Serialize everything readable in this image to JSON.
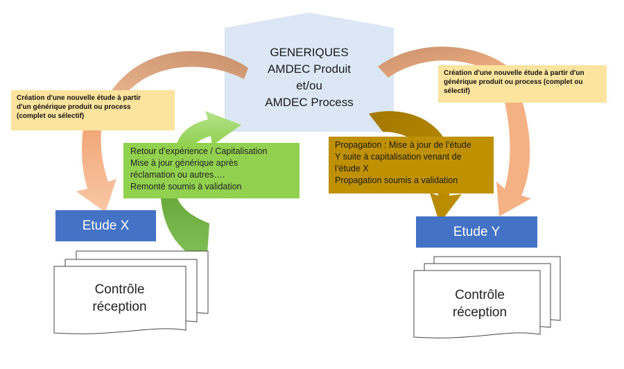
{
  "center": {
    "lines": [
      "GENERIQUES",
      "AMDEC Produit",
      "et/ou",
      "AMDEC Process"
    ]
  },
  "note_left": {
    "lines": [
      "Création d'une nouvelle étude à partir",
      "d'un générique produit ou process",
      "(complet ou sélectif)"
    ]
  },
  "note_right": {
    "lines": [
      "Création d'une nouvelle étude à partir d'un",
      "générique produit ou process (complet ou",
      "sélectif)"
    ]
  },
  "feedback": {
    "lines": [
      "Retour d’expérience / Capitalisation",
      "Mise à jour générique après",
      "réclamation ou autres….",
      "Remonté soumis à validation"
    ]
  },
  "propagation": {
    "lines": [
      "Propagation : Mise à jour  de l’étude",
      "Y suite à capitalisation venant de",
      "l’étude X",
      "Propagation soumis a validation"
    ]
  },
  "study_x": {
    "label": "Etude X"
  },
  "study_y": {
    "label": "Etude Y"
  },
  "doc_x": {
    "lines": [
      "Contrôle",
      "réception"
    ]
  },
  "doc_y": {
    "lines": [
      "Contrôle",
      "réception"
    ]
  },
  "colors": {
    "center_fill": "#dbe7f4",
    "arrow_brown": "#c8916c",
    "arrow_salmon": "#f4b183",
    "arrow_green_light": "#92d050",
    "arrow_green_dark": "#70ad47",
    "arrow_gold": "#bf9000",
    "note_fill": "#fde49e",
    "study_fill": "#4472c4"
  }
}
